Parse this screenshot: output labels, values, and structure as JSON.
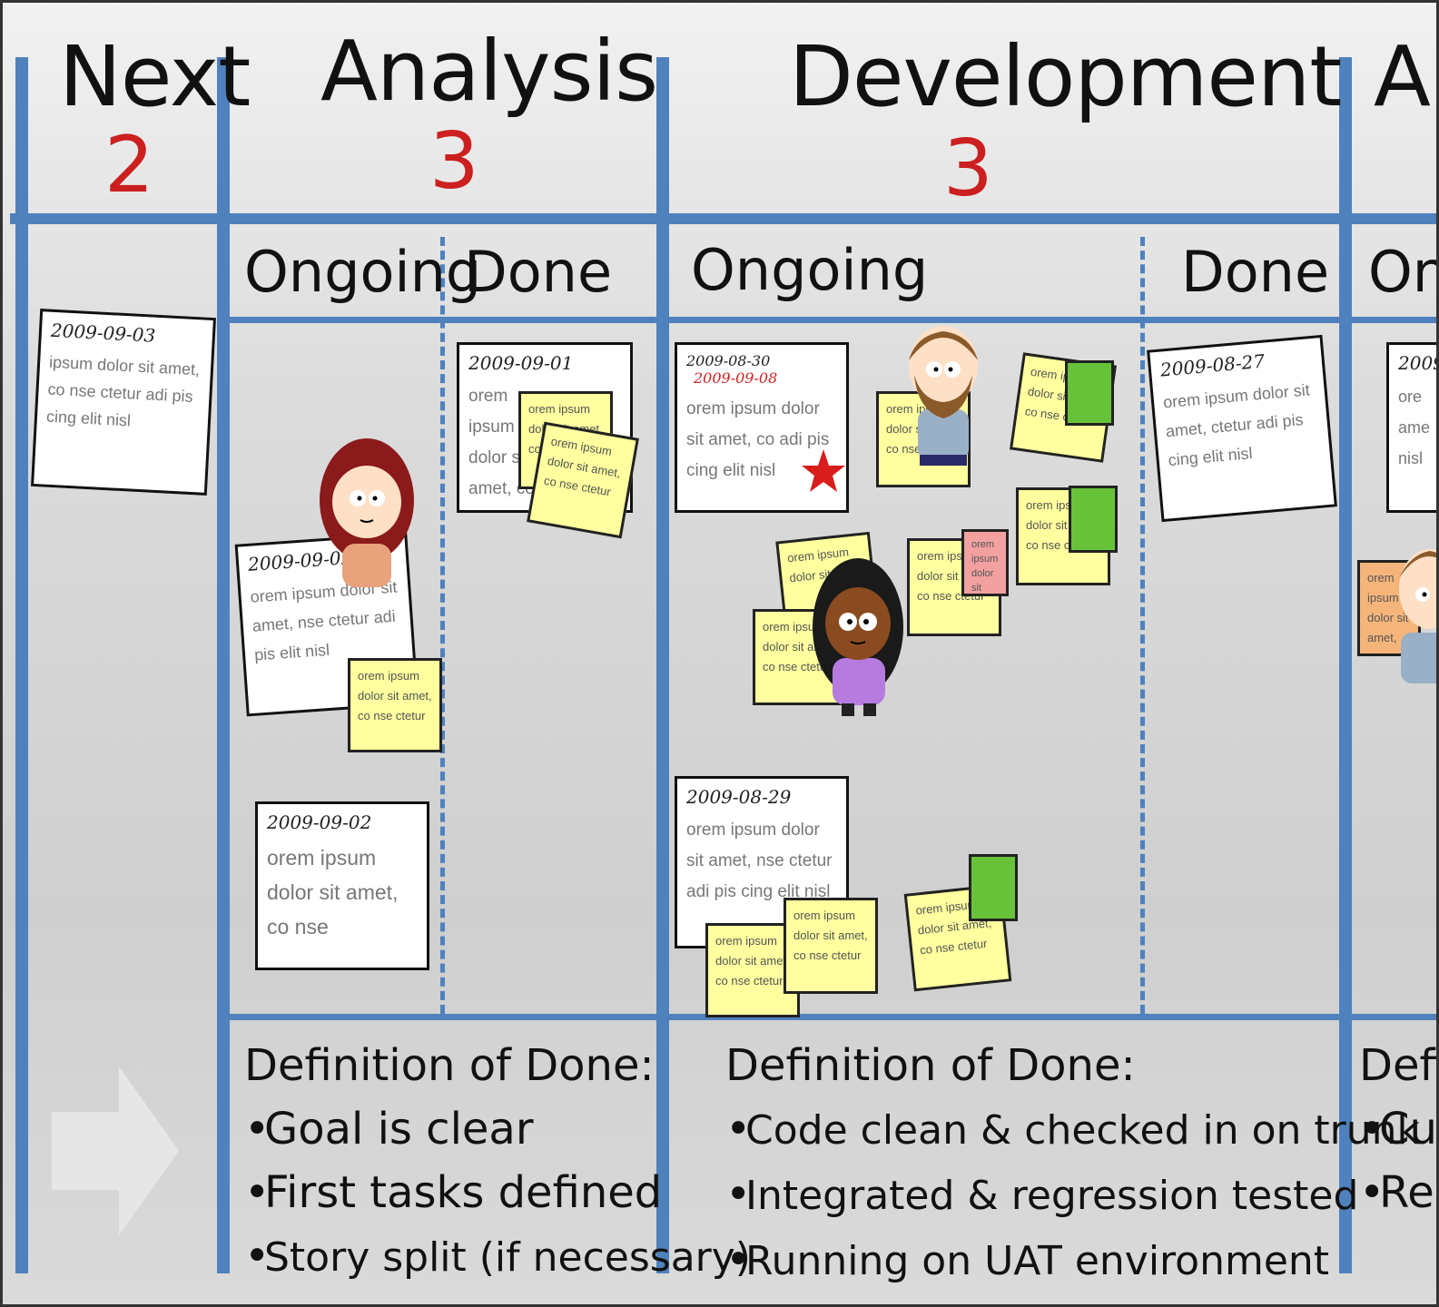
{
  "columns": {
    "next": {
      "title": "Next",
      "wip": "2"
    },
    "analysis": {
      "title": "Analysis",
      "wip": "3",
      "ongoing": "Ongoing",
      "done": "Done"
    },
    "development": {
      "title": "Development",
      "wip": "3",
      "ongoing": "Ongoing",
      "done": "Done"
    },
    "acceptance": {
      "title": "A",
      "ongoing": "On"
    }
  },
  "cards": {
    "next_card": {
      "date": "2009-09-03",
      "text": "ipsum dolor sit amet, co nse ctetur adi pis cing elit nisl"
    },
    "analysis_ongoing_1": {
      "date": "2009-09-02",
      "text": "orem ipsum dolor sit amet, nse ctetur adi pis elit nisl"
    },
    "analysis_ongoing_2": {
      "date": "2009-09-02",
      "text": "orem ipsum dolor sit amet, co nse"
    },
    "analysis_done_1": {
      "date": "2009-09-01",
      "text": "orem ipsum dolor sit amet, co adi pis"
    },
    "dev_ongoing_1": {
      "date": "2009-08-30",
      "date2": "2009-09-08",
      "text": "orem ipsum dolor sit amet, co adi pis cing elit nisl"
    },
    "dev_ongoing_2": {
      "date": "2009-08-29",
      "text": "orem ipsum dolor sit amet, nse ctetur adi pis cing elit nisl"
    },
    "dev_done_1": {
      "date": "2009-08-27",
      "text": "orem ipsum dolor sit amet, ctetur adi pis cing elit nisl"
    },
    "acc_card": {
      "date": "2009-",
      "text": "ore ame nisl"
    }
  },
  "stickies": {
    "s1": "orem ipsum dolor sit amet, co nse ctetur",
    "s2": "orem ipsum dolor sit amet, co nse ctetur",
    "s3": "orem ipsum dolor sit amet, co nse ctetur",
    "s4": "orem ipsum dolor sit amet, co nse ctetur",
    "s5": "orem ipsum dolor sit amet, co nse ctetur",
    "s6": "orem ipsum dolor sit amet, co nse ctetur",
    "s7": "orem ipsum dolor sit amet",
    "s8": "orem ipsum dolor sit amet, co nse ctetur",
    "s9": "orem ipsum dolor sit amet, co nse ctetur",
    "s10": "orem ipsum dolor sit amet, co nse ctetur",
    "s11": "orem ipsum dolor sit amet, co nse ctetur",
    "s12": "orem ipsum dolor sit amet, co nse ctetur",
    "s13": "orem ipsum dolor sit amet, co nse ctetur",
    "s14": "orem ipsum dolor sit amet, co nse ctetur"
  },
  "definitions": {
    "analysis": {
      "heading": "Definition of Done:",
      "items": [
        "Goal is clear",
        "First tasks defined",
        "Story split (if necessary)"
      ]
    },
    "development": {
      "heading": "Definition of Done:",
      "items": [
        "Code clean & checked in on trunk",
        "Integrated & regression tested",
        "Running on UAT environment"
      ]
    },
    "acceptance": {
      "heading": "Defi",
      "items": [
        "Cu",
        "Re"
      ]
    }
  },
  "bullet": "•",
  "colors": {
    "line": "#4f81bd",
    "wip": "#cc1f1f",
    "sticky": "#ffff9f",
    "green": "#67c23a",
    "pink": "#f2a0a0"
  }
}
